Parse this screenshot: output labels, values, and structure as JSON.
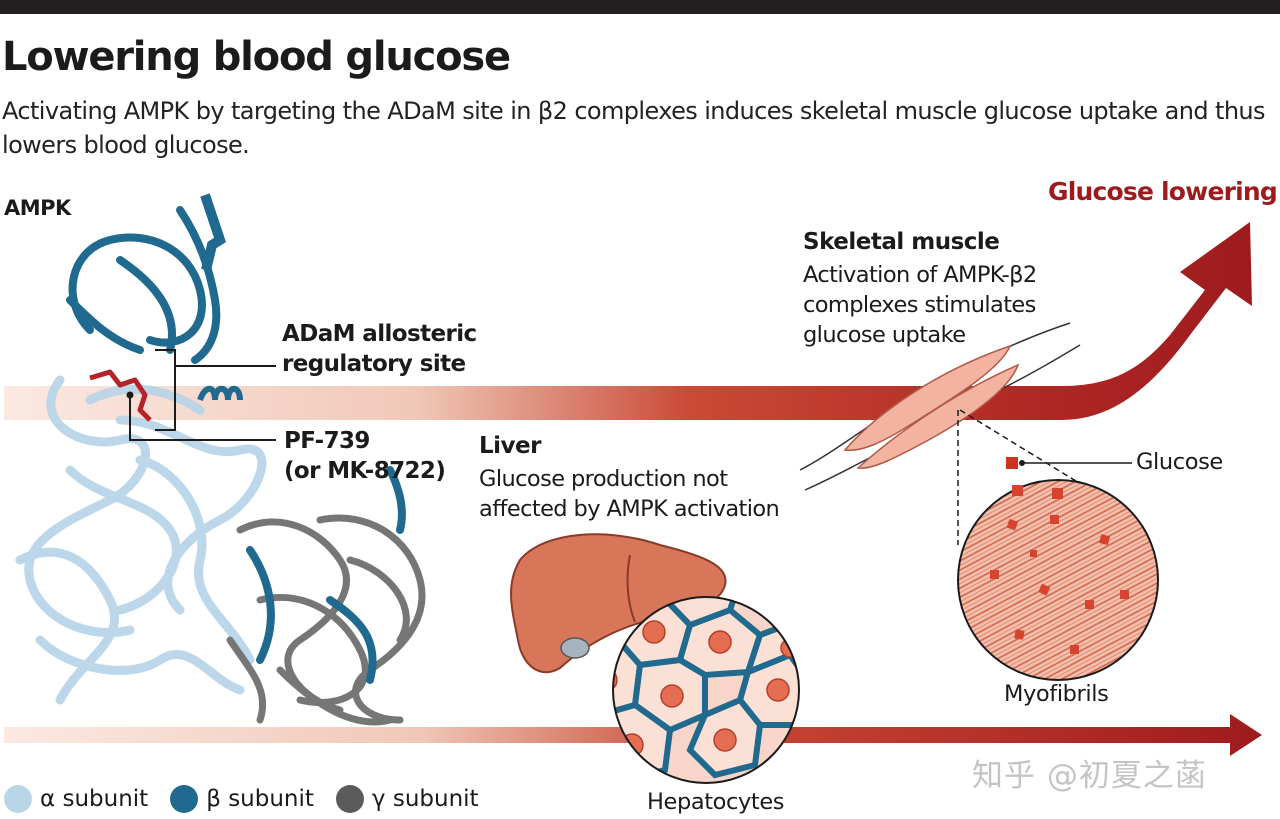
{
  "title": "Lowering blood glucose",
  "subtitle_line1": "Activating AMPK by targeting the ADaM site in β2 complexes induces skeletal muscle glucose uptake and thus",
  "subtitle_line2": "lowers blood glucose.",
  "ampk_label": "AMPK",
  "adam_line1": "ADaM allosteric",
  "adam_line2": "regulatory site",
  "pf_line1": "PF-739",
  "pf_line2": "(or MK-8722)",
  "liver": {
    "heading": "Liver",
    "line1": "Glucose production not",
    "line2": "affected by AMPK activation"
  },
  "muscle": {
    "heading": "Skeletal muscle",
    "line1": "Activation of AMPK-β2",
    "line2": "complexes stimulates",
    "line3": "glucose uptake"
  },
  "glucose_lowering": "Glucose lowering",
  "glucose_label": "Glucose",
  "myofibrils_label": "Myofibrils",
  "hepatocytes_label": "Hepatocytes",
  "watermark": "知乎 @初夏之菡",
  "legend": [
    {
      "label": "α subunit",
      "color": "#b9d5e8"
    },
    {
      "label": "β subunit",
      "color": "#1f6a8e"
    },
    {
      "label": "γ subunit",
      "color": "#5b5b5b"
    }
  ],
  "colors": {
    "arrow_dark": "#9d1b1e",
    "arrow_light": "#f7e3dc",
    "liver": "#d8765a",
    "muscle": "#f2b3a1",
    "alpha": "#b9d5e8",
    "beta": "#1f6a8e",
    "gamma": "#5b5b5b"
  }
}
